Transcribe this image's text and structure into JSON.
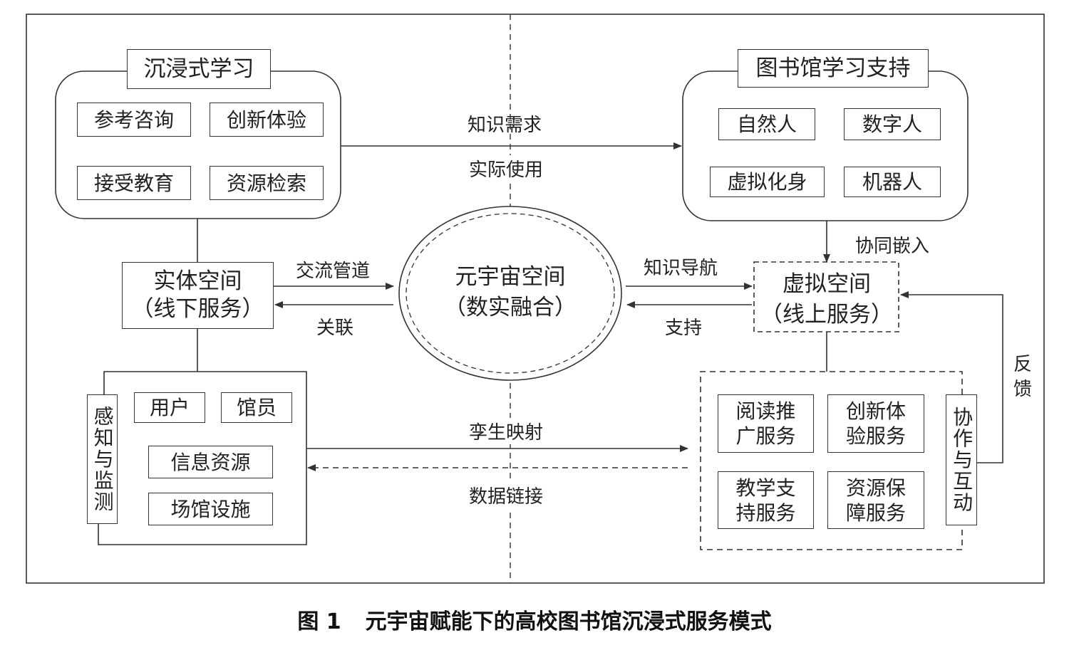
{
  "immersive_learning": {
    "title": "沉浸式学习",
    "items": [
      "参考咨询",
      "创新体验",
      "接受教育",
      "资源检索"
    ]
  },
  "library_support": {
    "title": "图书馆学习支持",
    "items": [
      "自然人",
      "数字人",
      "虚拟化身",
      "机器人"
    ]
  },
  "physical_space": {
    "line1": "实体空间",
    "line2": "（线下服务）"
  },
  "metaverse_space": {
    "line1": "元宇宙空间",
    "line2": "（数实融合）"
  },
  "virtual_space": {
    "line1": "虚拟空间",
    "line2": "（线上服务）"
  },
  "perception_monitoring": {
    "title": "感知与监测",
    "items": [
      "用户",
      "馆员",
      "信息资源",
      "场馆设施"
    ]
  },
  "collaboration_interaction": {
    "title": "协作与互动",
    "items": [
      "阅读推广服务",
      "创新体验服务",
      "教学支持服务",
      "资源保障服务"
    ],
    "item_lines": [
      [
        "阅读推",
        "广服务"
      ],
      [
        "创新体",
        "验服务"
      ],
      [
        "教学支",
        "持服务"
      ],
      [
        "资源保",
        "障服务"
      ]
    ]
  },
  "edge_labels": {
    "knowledge_demand": "知识需求",
    "actual_use": "实际使用",
    "exchange_channel": "交流管道",
    "association": "关联",
    "knowledge_navigation": "知识导航",
    "support": "支持",
    "collaborative_embedding": "协同嵌入",
    "feedback": "反馈",
    "twin_mapping": "孪生映射",
    "data_link": "数据链接"
  },
  "caption": {
    "number": "图 1",
    "title": "元宇宙赋能下的高校图书馆沉浸式服务模式"
  }
}
